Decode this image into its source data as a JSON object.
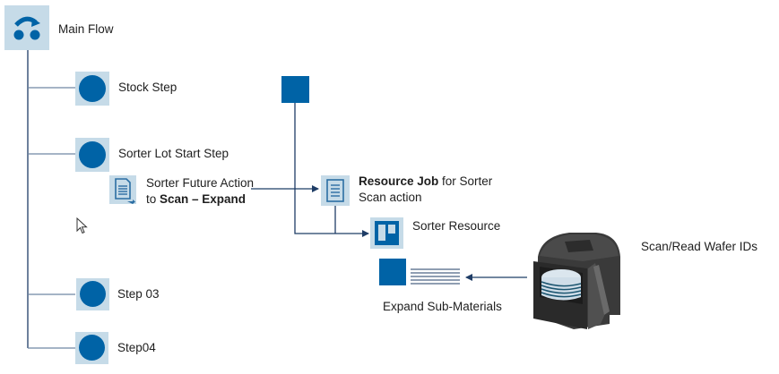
{
  "diagram": {
    "main_flow": {
      "label": "Main Flow",
      "icon": "flow-icon"
    },
    "steps": [
      {
        "label": "Stock Step",
        "icon": "step-circle-icon"
      },
      {
        "label": "Sorter Lot Start Step",
        "icon": "step-circle-icon"
      },
      {
        "label": "Step 03",
        "icon": "step-circle-icon"
      },
      {
        "label": "Step04",
        "icon": "step-circle-icon"
      }
    ],
    "future_action": {
      "line1": "Sorter Future Action",
      "line2_prefix": "to ",
      "line2_bold": "Scan – Expand",
      "icon": "document-icon"
    },
    "resource_job": {
      "bold": "Resource Job",
      "rest_line1": " for Sorter",
      "line2": "Scan action",
      "icon": "list-document-icon"
    },
    "sorter_resource": {
      "label": "Sorter Resource",
      "icon": "resource-board-icon"
    },
    "expand": {
      "label": "Expand Sub-Materials",
      "icon": "material-square-icon"
    },
    "scanner": {
      "label": "Scan/Read Wafer IDs",
      "icon": "wafer-scanner-icon"
    },
    "colors": {
      "accent": "#0063a6",
      "tile": "#c6dbe8",
      "line": "#1f3d66"
    }
  }
}
